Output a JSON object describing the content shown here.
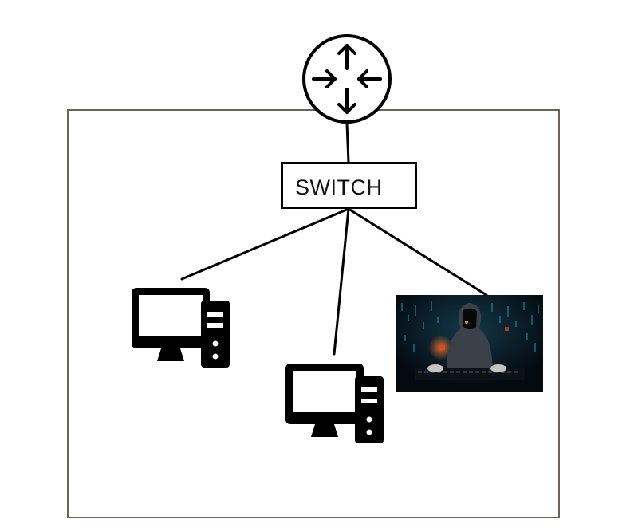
{
  "diagram": {
    "switch_label": "SWITCH",
    "nodes": [
      {
        "id": "router",
        "icon": "router-icon"
      },
      {
        "id": "switch",
        "icon": "switch-box"
      },
      {
        "id": "pc-left",
        "icon": "desktop-computer-icon"
      },
      {
        "id": "pc-middle",
        "icon": "desktop-computer-icon"
      },
      {
        "id": "attacker",
        "icon": "hooded-hacker-image"
      }
    ],
    "edges": [
      [
        "router",
        "switch"
      ],
      [
        "switch",
        "pc-left"
      ],
      [
        "switch",
        "pc-middle"
      ],
      [
        "switch",
        "attacker"
      ]
    ]
  },
  "colors": {
    "boundary": "#6d6452",
    "stroke": "#000000",
    "hacker_background": "#05101a",
    "hacker_accent": "#e0481c",
    "hacker_code": "#1e8fa8"
  }
}
